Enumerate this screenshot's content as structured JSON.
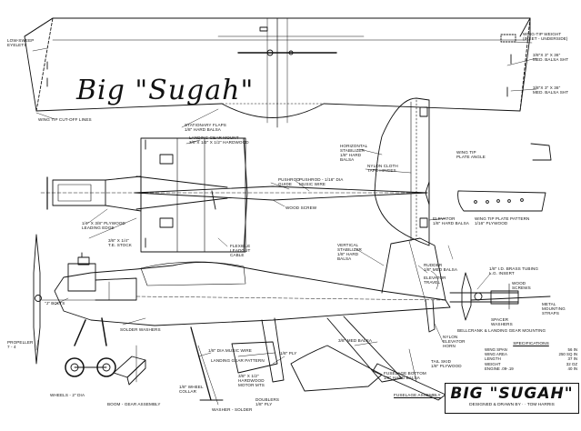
{
  "title": "Big \"Sugah\"",
  "logo": {
    "name": "BIG \"SUGAH\"",
    "credit": "DESIGNED & DRAWN BY · · TOM HARRIS"
  },
  "specs": {
    "heading": "SPECIFICATIONS",
    "rows": [
      {
        "k": "WING SPAN",
        "v": "56 IN"
      },
      {
        "k": "WING AREA",
        "v": "250 SQ IN"
      },
      {
        "k": "LENGTH",
        "v": "37 IN"
      },
      {
        "k": "WEIGHT",
        "v": "32 OZ"
      },
      {
        "k": "ENGINE .09-.19",
        "v": "40 IN"
      }
    ]
  },
  "labels": {
    "low_sweep": "LOW-SWEEP\nEYELETS",
    "wing_tip_weight": "WING-TIP WEIGHT\n(INSET - UNDERSIDE)",
    "wing_sheet1": "3/8\"x 3\" x 36\"\nMED. BALSA SHT",
    "wing_sheet2": "3/8\"x 3\" x 36\"\nMED. BALSA SHT",
    "wing_tip_cutoff": "WING TIP CUT-OFF LINES",
    "stationary_flaps": "STATIONARY FLAPS\n1/8\" HARD BALSA",
    "landing_gear_mount": "LANDING GEAR MOUNT\n3/8\"x 1/2\" x 1/2\" HARDWOOD",
    "horizontal_stab": "HORIZONTAL\nSTABILIZER\n1/8\" HARD\nBALSA",
    "wing_tip_plate_angle": "WING TIP\nPLATE ANGLE",
    "nylon_cloth": "NYLON CLOTH\nTAPE HINGES",
    "pushrod_guide": "PUSHROD\nGUIDE",
    "pushrod_wire": "PUSHROD - 1/16\" DIA\nMUSIC WIRE",
    "wood_screw": "WOOD SCREW",
    "wing_tip_pattern": "WING TIP PLATE PATTERN\n1/16\" PLYWOOD",
    "elevator": "ELEVATOR\n1/8\" HARD BALSA",
    "plywood_edge": "1/4\" x 3/8\" PLYWOOD\nLEADING EDGE",
    "te_stock": "3/8\" x 1/4\"\nT.E. STOCK",
    "flexible_leadout": "FLEXIBLE\nLEADOUT\nCABLE",
    "vertical_stab": "VERTICAL\nSTABILIZER\n1/8\" HARD\nBALSA",
    "rudder": "RUDDER\n1/8\" MED BALSA",
    "elevator_travel": "ELEVATOR\nTRAVEL",
    "brass_tubing": "1/8\" I.D. BRASS TUBING\nL.G. INSERT",
    "wood_screws": "WOOD\nSCREWS",
    "metal_straps": "METAL\nMOUNTING\nSTRAPS",
    "spacer_washers": "SPACER\nWASHERS",
    "bellcrank": "BELLCRANK & LANDING GEAR MOUNTING",
    "bolts": "\"J\" BOLTS",
    "propeller": "PROPELLER\n7 - 4",
    "solder_washers": "SOLDER WASHERS",
    "music_wire": "1/8\" DIA MUSIC WIRE",
    "landing_gear_pattern": "LANDING GEAR PATTERN",
    "ply": "1/8\" PLY",
    "hardwood_motor": "3/8\" x 1/2\"\nHARDWOOD\nMOTOR MTS",
    "wheel_collar": "1/8\" WHEEL\nCOLLAR",
    "doublers": "DOUBLERS\n1/8\" PLY",
    "washer_solder": "WASHER - SOLDER",
    "wheels": "WHEELS - 2\" DIA",
    "boom_gear": "BOOM - GEAR ASSEMBLY",
    "med_balsa": "3/8\" MED BALSA",
    "nylon_horn": "NYLON\nELEVATOR\nHORN",
    "fuselage_bottom": "FUSELAGE BOTTOM\n1/8\" HARD BALSA",
    "tail_skid": "TAIL SKID\n1/8\" PLYWOOD",
    "fuselage_assembly": "FUSELAGE ASSEMBLY"
  }
}
